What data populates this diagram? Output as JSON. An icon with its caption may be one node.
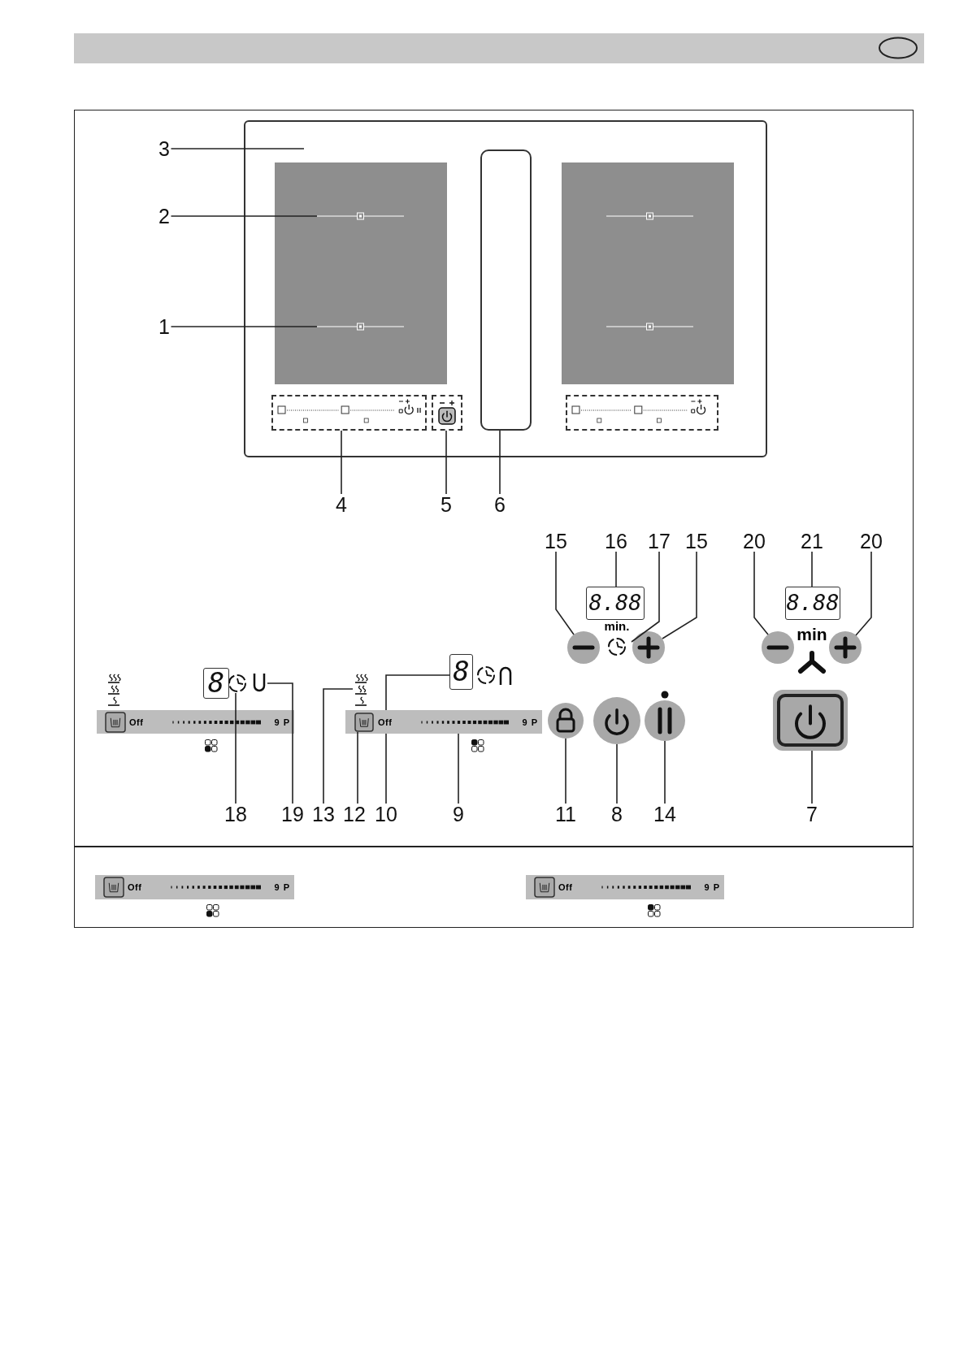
{
  "diagram": {
    "nodes": [
      {
        "text": [],
        "shape": "box"
      },
      {
        "text": [],
        "shape": "box",
        "in": 0
      },
      {
        "text": [],
        "shape": "box",
        "in": 1
      },
      {
        "text": [],
        "shape": "box",
        "in": 1
      },
      {
        "text": [],
        "shape": "box",
        "in": 0
      },
      {
        "text": [],
        "shape": "box",
        "in": 0
      },
      {
        "text": [],
        "shape": "box",
        "in": 5
      },
      {
        "text": [],
        "shape": "box",
        "in": 5
      },
      {
        "text": [],
        "shape": "box",
        "in": 0
      },
      {
        "text": [],
        "shape": "box",
        "in": 0
      },
      {
        "text": [],
        "shape": "box",
        "in": 0
      },
      {
        "text": [
          "3"
        ]
      },
      {
        "text": [
          "2"
        ]
      },
      {
        "text": [
          "1"
        ]
      },
      {
        "text": [
          "4"
        ]
      },
      {
        "text": [
          "5"
        ]
      },
      {
        "text": [
          "6"
        ]
      },
      {
        "text": [
          "15"
        ]
      },
      {
        "text": [
          "16"
        ]
      },
      {
        "text": [
          "17"
        ]
      },
      {
        "text": [
          "15"
        ]
      },
      {
        "text": [
          "20"
        ]
      },
      {
        "text": [
          "21"
        ]
      },
      {
        "text": [
          "20"
        ]
      },
      {
        "text": [
          "8.88"
        ]
      },
      {
        "text": [],
        "shape": "circle"
      },
      {
        "text": [
          "min."
        ]
      },
      {
        "text": [],
        "shape": "circle"
      },
      {
        "text": [
          "8.88"
        ]
      },
      {
        "text": [],
        "shape": "circle"
      },
      {
        "text": [],
        "shape": "circle"
      },
      {
        "text": [
          "8"
        ]
      },
      {
        "text": [],
        "shape": "clock"
      },
      {
        "text": [],
        "shape": "arc"
      },
      {
        "text": [],
        "shape": "symbol"
      },
      {
        "text": [
          "8"
        ]
      },
      {
        "text": [
          "Off",
          "9 P"
        ]
      },
      {
        "text": [
          "Off",
          "9 P"
        ]
      },
      {
        "text": [],
        "shape": "box",
        "in": 37
      },
      {
        "text": [],
        "shape": "circle"
      },
      {
        "text": [],
        "shape": "circle"
      },
      {
        "text": [],
        "shape": "circle"
      },
      {
        "text": [],
        "shape": "box"
      },
      {
        "text": [
          "18"
        ]
      },
      {
        "text": [
          "19"
        ]
      },
      {
        "text": [
          "13"
        ]
      },
      {
        "text": [
          "12"
        ]
      },
      {
        "text": [
          "10"
        ]
      },
      {
        "text": [
          "9"
        ]
      },
      {
        "text": [
          "11"
        ]
      },
      {
        "text": [
          "8"
        ]
      },
      {
        "text": [
          "14"
        ]
      },
      {
        "text": [
          "7"
        ]
      },
      {
        "text": [
          "Off",
          "9 P"
        ]
      },
      {
        "text": [
          "Off",
          "9 P"
        ]
      }
    ],
    "edges": [
      {
        "from": 11,
        "to": 0,
        "arrow": "none"
      },
      {
        "from": 12,
        "to": 2,
        "arrow": "none"
      },
      {
        "from": 13,
        "to": 3,
        "arrow": "none"
      },
      {
        "from": 14,
        "to": 8,
        "arrow": "none"
      },
      {
        "from": 15,
        "to": 9,
        "arrow": "none"
      },
      {
        "from": 16,
        "to": 4,
        "arrow": "none"
      },
      {
        "from": 17,
        "to": 25,
        "arrow": "none"
      },
      {
        "from": 18,
        "to": 24,
        "arrow": "none"
      },
      {
        "from": 19,
        "to": 26,
        "arrow": "none"
      },
      {
        "from": 20,
        "to": 27,
        "arrow": "none"
      },
      {
        "from": 21,
        "to": 29,
        "arrow": "none"
      },
      {
        "from": 22,
        "to": 28,
        "arrow": "none"
      },
      {
        "from": 23,
        "to": 30,
        "arrow": "none"
      },
      {
        "from": 43,
        "to": 32,
        "arrow": "none"
      },
      {
        "from": 44,
        "to": 33,
        "arrow": "none"
      },
      {
        "from": 45,
        "to": 34,
        "arrow": "none"
      },
      {
        "from": 46,
        "to": 38,
        "arrow": "none"
      },
      {
        "from": 47,
        "to": 35,
        "arrow": "none"
      },
      {
        "from": 48,
        "to": 37,
        "arrow": "none"
      },
      {
        "from": 49,
        "to": 39,
        "arrow": "none"
      },
      {
        "from": 50,
        "to": 40,
        "arrow": "none"
      },
      {
        "from": 51,
        "to": 41,
        "arrow": "none"
      },
      {
        "from": 52,
        "to": 42,
        "arrow": "none"
      }
    ],
    "labels": [
      "min"
    ]
  }
}
